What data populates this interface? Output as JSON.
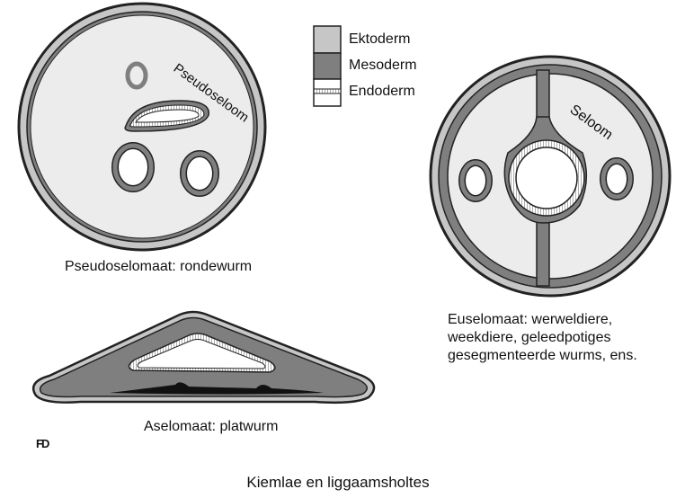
{
  "legend": {
    "items": [
      {
        "label": "Ektoderm",
        "color": "#c6c6c6"
      },
      {
        "label": "Mesoderm",
        "color": "#7f7f7f"
      },
      {
        "label": "Endoderm",
        "color": "#ffffff"
      }
    ]
  },
  "pseudo": {
    "cavity_label": "Pseudoseloom",
    "caption": "Pseudoselomaat: rondewurm"
  },
  "eu": {
    "cavity_label": "Seloom",
    "caption_lines": [
      "Euselomaat: werweldiere,",
      "weekdiere, geleedpotiges",
      "gesegmenteerde wurms, ens."
    ]
  },
  "acoel": {
    "caption": "Aselomaat: platwurm"
  },
  "credit": "FD",
  "title": "Kiemlae en liggaamsholtes"
}
